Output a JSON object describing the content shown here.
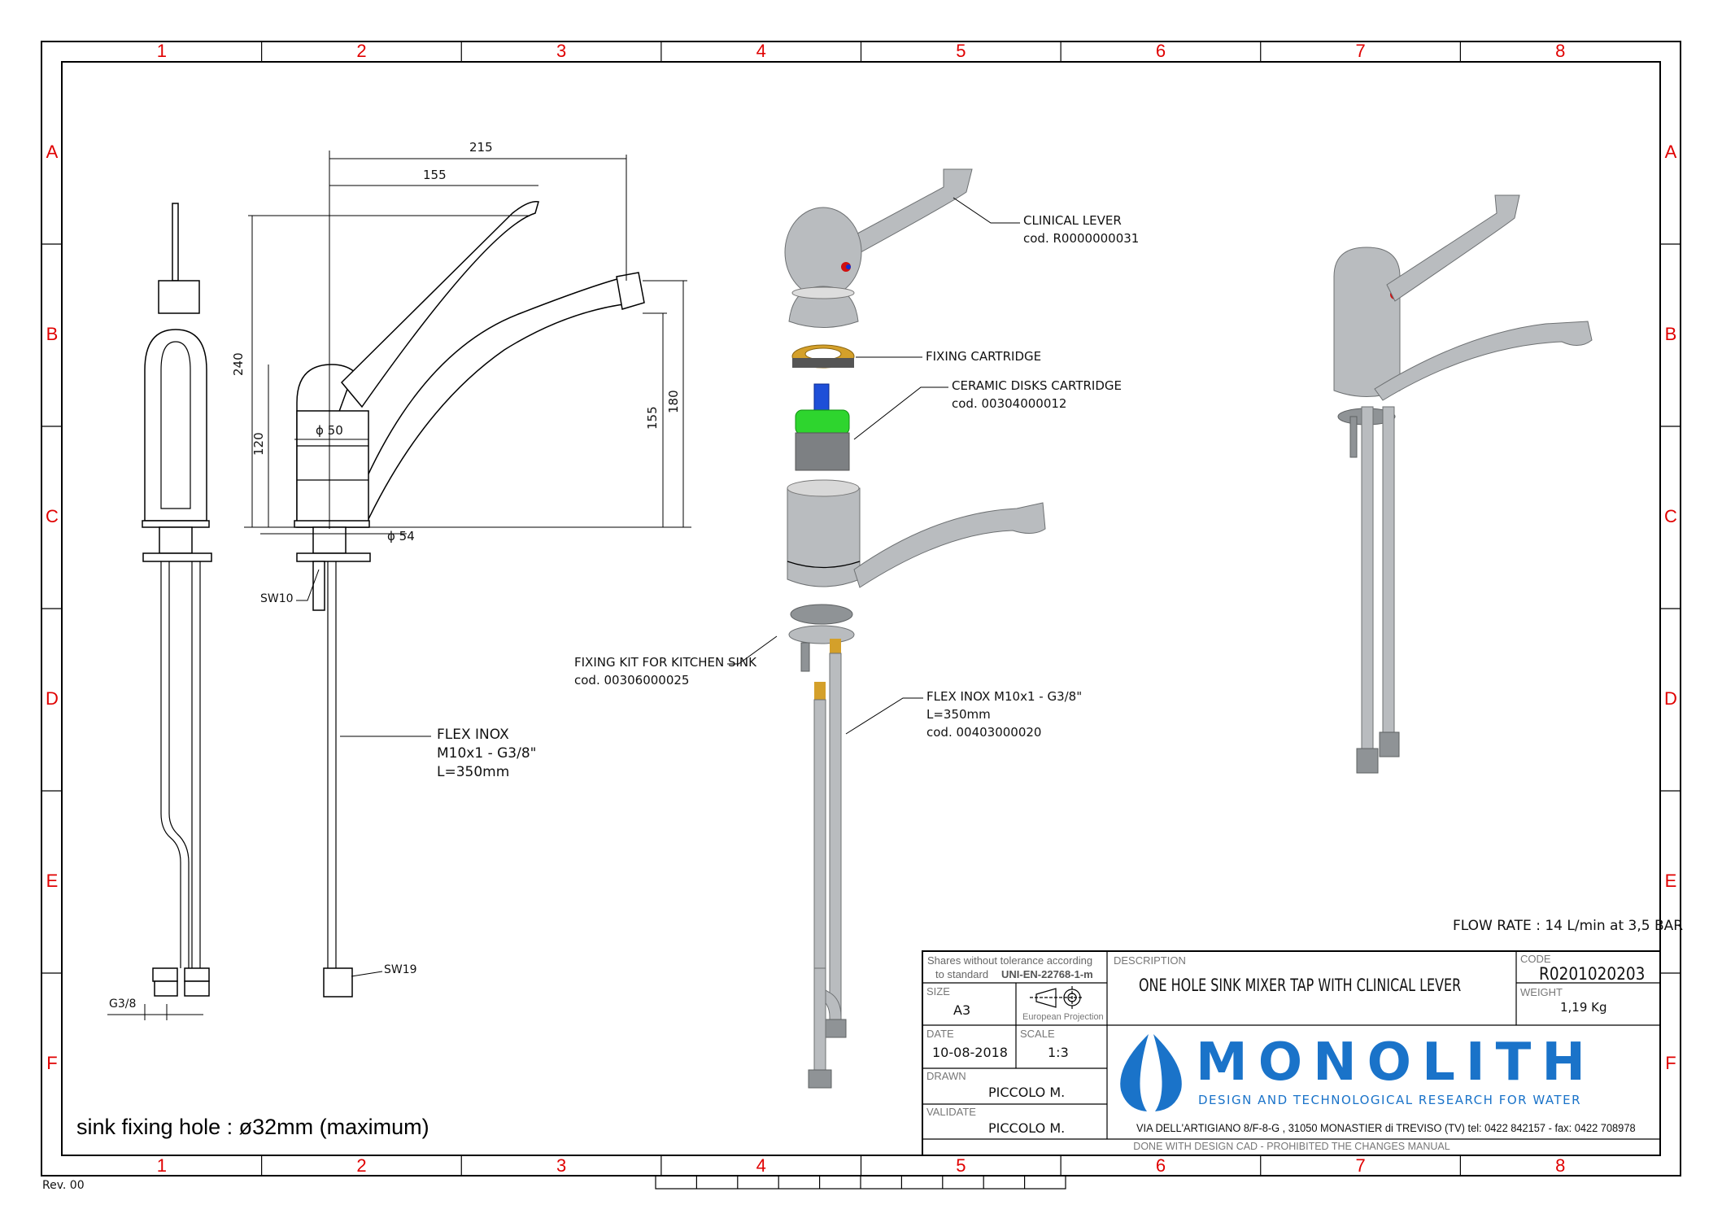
{
  "grid": {
    "columns": [
      "1",
      "2",
      "3",
      "4",
      "5",
      "6",
      "7",
      "8"
    ],
    "rows": [
      "A",
      "B",
      "C",
      "D",
      "E",
      "F"
    ]
  },
  "revision": "Rev. 00",
  "sink_note": "sink fixing hole : ø32mm (maximum)",
  "flow_rate": "FLOW RATE : 14 L/min at 3,5 BAR",
  "dimensions": {
    "overall_reach": "215",
    "lever_reach": "155",
    "overall_height": "240",
    "body_height": "120",
    "body_diameter": "ϕ 50",
    "base_diameter": "ϕ 54",
    "spout_height_low": "155",
    "spout_height_high": "180",
    "wrench_body": "SW10",
    "wrench_nut": "SW19",
    "thread": "G3/8"
  },
  "flex_note": [
    "FLEX INOX",
    "M10x1 - G3/8\"",
    "L=350mm"
  ],
  "callouts": {
    "clinical_lever": [
      "CLINICAL LEVER",
      "cod. R0000000031"
    ],
    "fixing_cartridge": [
      "FIXING CARTRIDGE"
    ],
    "ceramic_cartridge": [
      "CERAMIC DISKS CARTRIDGE",
      "cod. 00304000012"
    ],
    "fixing_kit": [
      "FIXING KIT FOR KITCHEN SINK",
      "cod. 00306000025"
    ],
    "flex_inox": [
      "FLEX INOX M10x1 - G3/8\"",
      "L=350mm",
      "cod. 00403000020"
    ]
  },
  "title_block": {
    "tolerance_line1": "Shares without tolerance according",
    "tolerance_line2_prefix": "to standard",
    "tolerance_standard": "UNI-EN-22768-1-m",
    "size_label": "SIZE",
    "size_value": "A3",
    "projection_label": "European Projection",
    "date_label": "DATE",
    "date_value": "10-08-2018",
    "scale_label": "SCALE",
    "scale_value": "1:3",
    "drawn_label": "DRAWN",
    "drawn_value": "PICCOLO M.",
    "validate_label": "VALIDATE",
    "validate_value": "PICCOLO M.",
    "description_label": "DESCRIPTION",
    "description_value": "ONE HOLE SINK MIXER TAP WITH CLINICAL LEVER",
    "code_label": "CODE",
    "code_value": "R0201020203",
    "weight_label": "WEIGHT",
    "weight_value": "1,19 Kg",
    "brand": "MONOLITH",
    "tagline": "DESIGN AND TECHNOLOGICAL RESEARCH FOR WATER",
    "address": "VIA DELL'ARTIGIANO 8/F-8-G , 31050 MONASTIER di TREVISO (TV) tel: 0422 842157 - fax: 0422 708978",
    "footer": "DONE WITH DESIGN CAD - PROHIBITED THE CHANGES MANUAL"
  },
  "colors": {
    "grid_labels": "#e00000",
    "brand_blue": "#1a73c9",
    "fixing_ring": "#d4a02a",
    "stem": "#1e4fd8",
    "cartridge": "#2ed52e"
  },
  "icons": [
    "european-projection-icon",
    "water-drop-logo"
  ]
}
